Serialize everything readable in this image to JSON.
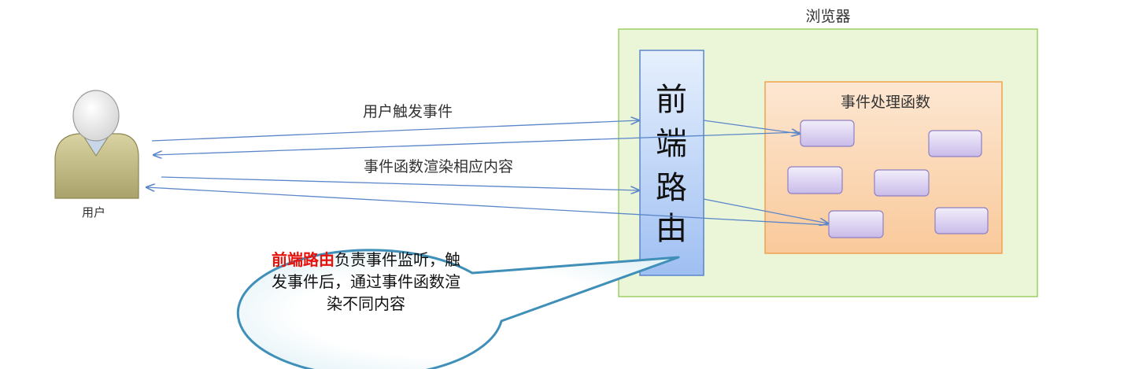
{
  "browser": {
    "title": "浏览器"
  },
  "router": {
    "label": [
      "前",
      "端",
      "路",
      "由"
    ]
  },
  "handlers": {
    "title": "事件处理函数"
  },
  "user": {
    "label": "用户"
  },
  "arrows": {
    "trigger_label": "用户触发事件",
    "render_label": "事件函数渲染相应内容"
  },
  "callout": {
    "highlight": "前端路由",
    "text": "负责事件监听，触发事件后，通过事件函数渲染不同内容"
  },
  "colors": {
    "browser_fill": "#ebf6d8",
    "browser_border": "#9ccf63",
    "handlers_fill": "#fcd9b8",
    "handlers_border": "#f0a250",
    "router_fill": "#bcd4f8",
    "router_border": "#5b86c9",
    "handler_box_fill": "#dcd2f2",
    "arrow": "#5b86c9",
    "highlight": "#e8120c"
  }
}
